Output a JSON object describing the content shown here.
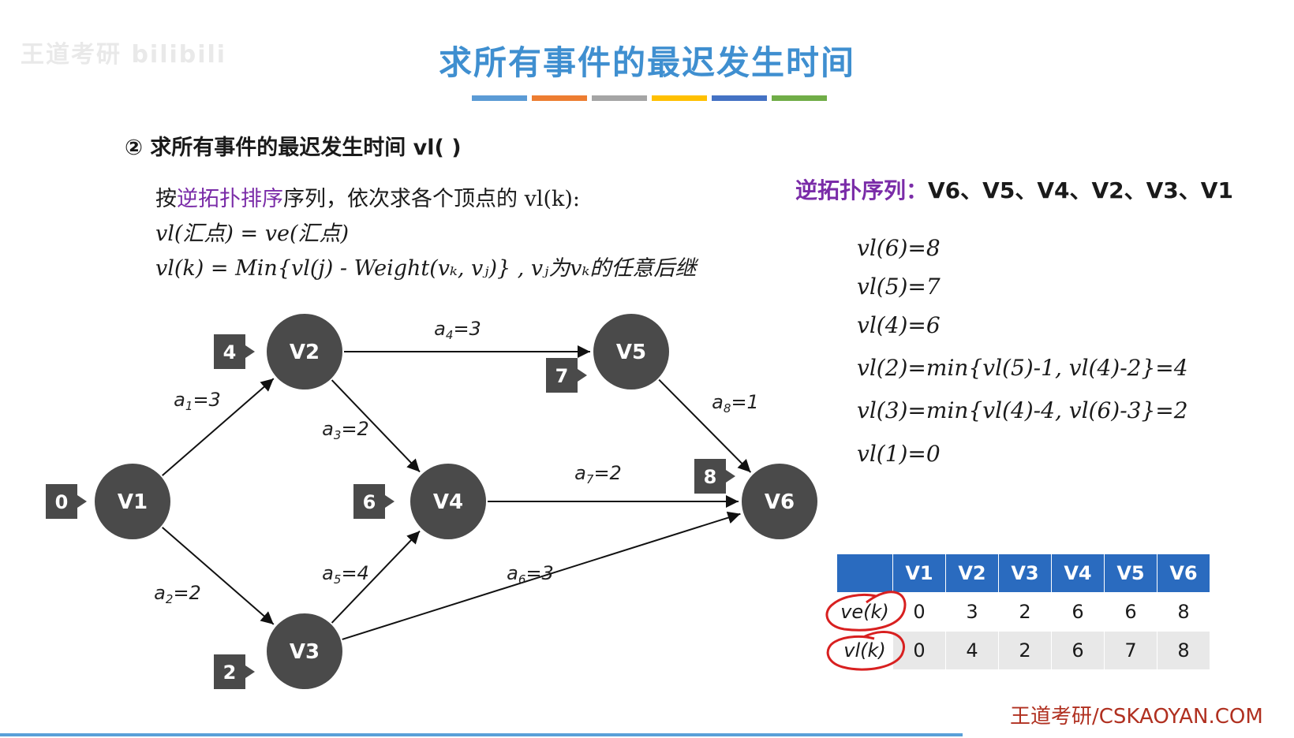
{
  "watermark": "王道考研 bilibili",
  "title": "求所有事件的最迟发生时间",
  "color_bar": [
    "#5b9bd5",
    "#ed7d31",
    "#a5a5a5",
    "#ffc000",
    "#4472c4",
    "#70ad47"
  ],
  "section_heading": "② 求所有事件的最迟发生时间 vl( )",
  "rules": {
    "intro_prefix": "按",
    "intro_highlight": "逆拓扑排序",
    "intro_suffix": "序列，依次求各个顶点的 vl(k):",
    "sink": "vl(汇点) = ve(汇点)",
    "formula": "vl(k) = Min{vl(j) - Weight(vₖ, vⱼ)} , vⱼ为vₖ的任意后继"
  },
  "order": {
    "label": "逆拓扑序列：",
    "sequence": "V6、V5、V4、V2、V3、V1"
  },
  "results": [
    "vl(6)=8",
    "vl(5)=7",
    "vl(4)=6",
    "vl(2)=min{vl(5)-1, vl(4)-2}=4",
    "vl(3)=min{vl(4)-4, vl(6)-3}=2",
    "vl(1)=0"
  ],
  "graph": {
    "nodes": [
      {
        "id": "V1",
        "label": "V1",
        "badge": "0"
      },
      {
        "id": "V2",
        "label": "V2",
        "badge": "4"
      },
      {
        "id": "V3",
        "label": "V3",
        "badge": "2"
      },
      {
        "id": "V4",
        "label": "V4",
        "badge": "6"
      },
      {
        "id": "V5",
        "label": "V5",
        "badge": "7"
      },
      {
        "id": "V6",
        "label": "V6",
        "badge": "8"
      }
    ],
    "edges": [
      {
        "from": "V1",
        "to": "V2",
        "name": "a",
        "sub": "1",
        "weight": "3"
      },
      {
        "from": "V1",
        "to": "V3",
        "name": "a",
        "sub": "2",
        "weight": "2"
      },
      {
        "from": "V2",
        "to": "V4",
        "name": "a",
        "sub": "3",
        "weight": "2"
      },
      {
        "from": "V2",
        "to": "V5",
        "name": "a",
        "sub": "4",
        "weight": "3"
      },
      {
        "from": "V3",
        "to": "V4",
        "name": "a",
        "sub": "5",
        "weight": "4"
      },
      {
        "from": "V3",
        "to": "V6",
        "name": "a",
        "sub": "6",
        "weight": "3"
      },
      {
        "from": "V4",
        "to": "V6",
        "name": "a",
        "sub": "7",
        "weight": "2"
      },
      {
        "from": "V5",
        "to": "V6",
        "name": "a",
        "sub": "8",
        "weight": "1"
      }
    ]
  },
  "table": {
    "headers": [
      "V1",
      "V2",
      "V3",
      "V4",
      "V5",
      "V6"
    ],
    "rows": [
      {
        "label": "ve(k)",
        "values": [
          "0",
          "3",
          "2",
          "6",
          "6",
          "8"
        ]
      },
      {
        "label": "vl(k)",
        "values": [
          "0",
          "4",
          "2",
          "6",
          "7",
          "8"
        ]
      }
    ]
  },
  "footer": "王道考研/CSKAOYAN.COM"
}
